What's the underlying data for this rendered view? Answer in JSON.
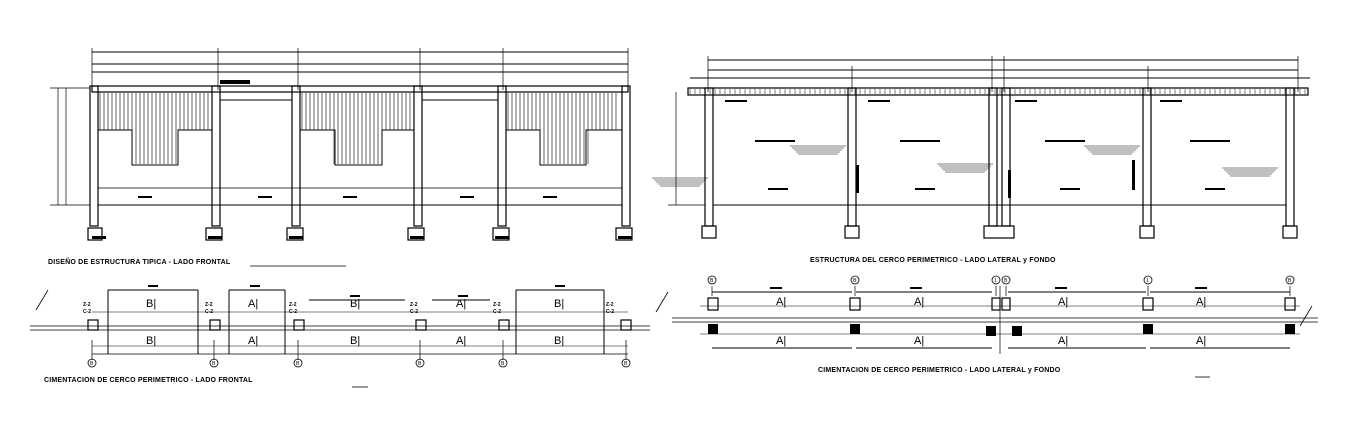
{
  "titles": {
    "front_elevation": "DISEÑO DE ESTRUCTURA TIPICA - LADO FRONTAL",
    "side_elevation": "ESTRUCTURA DEL CERCO PERIMETRICO - LADO LATERAL y FONDO",
    "front_foundation": "CIMENTACION DE CERCO PERIMETRICO - LADO FRONTAL",
    "side_foundation": "CIMENTACION DE CERCO PERIMETRICO - LADO LATERAL y FONDO"
  },
  "front_plan": {
    "top_labels": [
      "B|",
      "A|",
      "B|",
      "A|",
      "B|"
    ],
    "bottom_labels": [
      "B|",
      "A|",
      "B|",
      "A|",
      "B|"
    ],
    "column_tags": [
      "Z-2",
      "C-2"
    ],
    "grid_marks": [
      "B",
      "B",
      "B",
      "B",
      "B",
      "B"
    ]
  },
  "side_plan": {
    "top_labels": [
      "A|",
      "A|",
      "A|",
      "A|"
    ],
    "bottom_labels": [
      "A|",
      "A|",
      "A|",
      "A|"
    ],
    "grid_marks": [
      "B",
      "B",
      "1",
      "B",
      "1",
      "B"
    ]
  },
  "colors": {
    "ink": "#000000",
    "background": "#ffffff"
  }
}
